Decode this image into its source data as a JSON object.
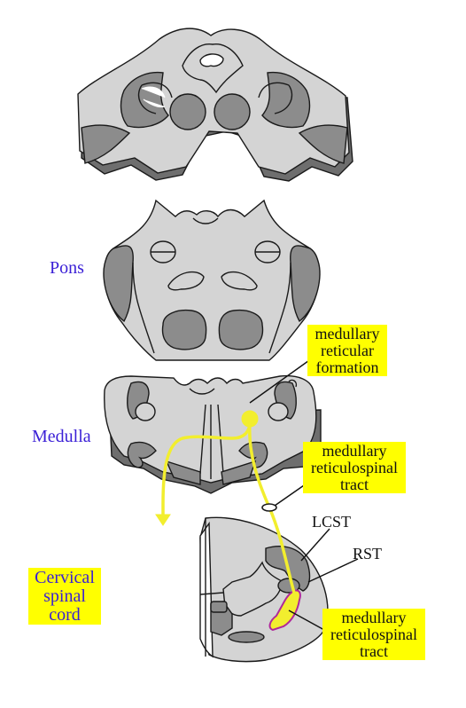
{
  "labels": {
    "pons": "Pons",
    "medulla": "Medulla",
    "cervical_spinal_cord": [
      "Cervical",
      "spinal",
      "cord"
    ],
    "medullary_reticular_formation": [
      "medullary",
      "reticular",
      "formation"
    ],
    "medullary_reticulospinal_tract_top": [
      "medullary",
      "reticulospinal",
      "tract"
    ],
    "lcst": "LCST",
    "rst": "RST",
    "medullary_reticulospinal_tract_bottom": [
      "medullary",
      "reticulospinal",
      "tract"
    ]
  },
  "colors": {
    "label_blue": "#3a1fd6",
    "highlight_yellow": "#ffff00",
    "tract_yellow": "#f2ee2e",
    "tract_outline_magenta": "#b0289a",
    "tissue_light": "#d4d4d4",
    "tissue_dark": "#8c8c8c"
  }
}
